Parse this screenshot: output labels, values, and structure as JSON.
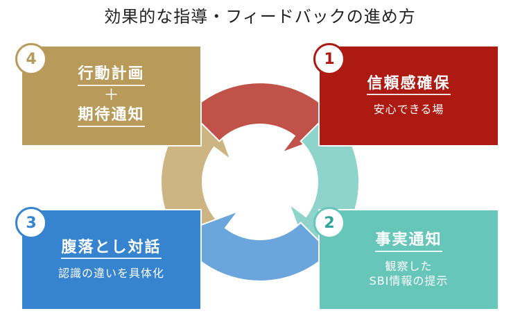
{
  "title": "効果的な指導・フィードバックの進め方",
  "colors": {
    "step1": "#ad1a12",
    "step1_arrow": "#c1524a",
    "step2": "#66c6b9",
    "step2_arrow": "#8fd4ca",
    "step2_badge_text": "#2aa595",
    "step3": "#3684d0",
    "step3_arrow": "#6aa5dc",
    "step4": "#b89b5a",
    "step4_arrow": "#ccb583"
  },
  "steps": [
    {
      "number": "1",
      "heading": "信頼感確保",
      "sub": "安心できる場"
    },
    {
      "number": "2",
      "heading": "事実通知",
      "sub": "観察した\nSBI情報の提示"
    },
    {
      "number": "3",
      "heading": "腹落とし対話",
      "sub": "認識の違いを具体化"
    },
    {
      "number": "4",
      "heading": "行動計画",
      "plus": "＋",
      "heading2": "期待通知"
    }
  ]
}
